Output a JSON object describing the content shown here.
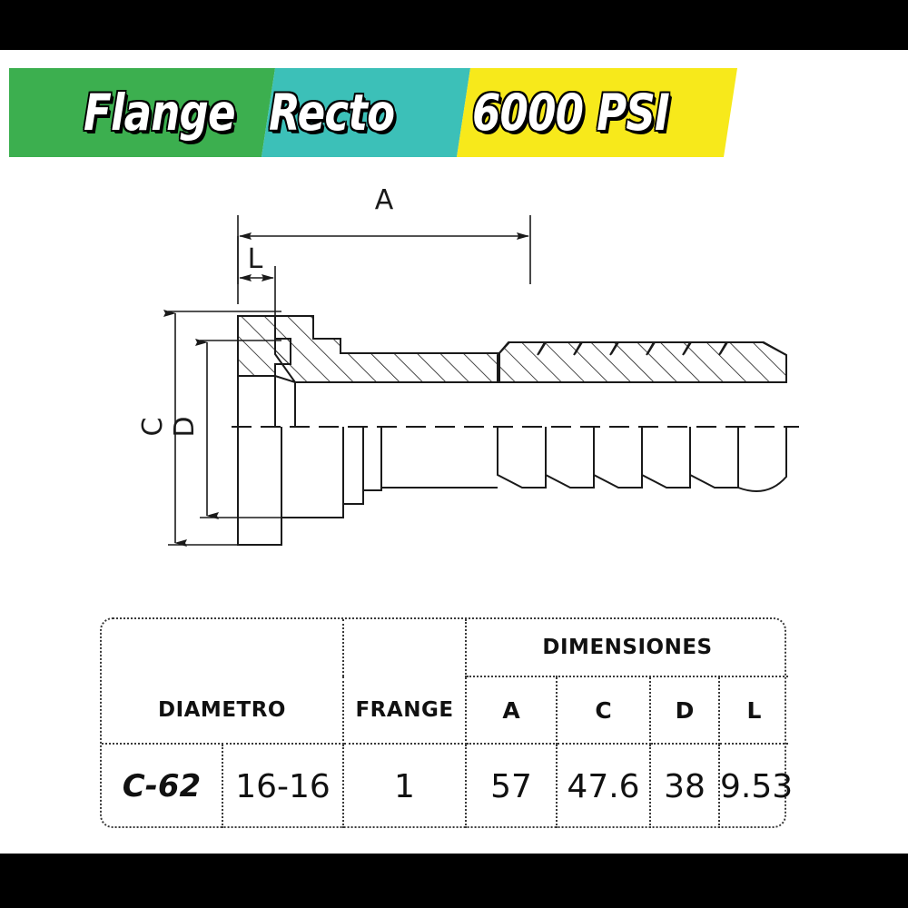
{
  "banner": {
    "words": [
      {
        "text": "Flange",
        "segment_color": "#3CAF4F"
      },
      {
        "text": "Recto",
        "segment_color": "#3CC0B8"
      },
      {
        "text": "6000 PSI",
        "segment_color": "#F7E91B"
      }
    ],
    "colors": {
      "green": "#3CAF4F",
      "teal": "#3CC0B8",
      "yellow": "#F7E91B",
      "text": "#FFFFFF",
      "outline": "#000000"
    }
  },
  "drawing": {
    "dimension_labels": {
      "a": "A",
      "c": "C",
      "d": "D",
      "l": "L"
    },
    "view": "half-section side view of straight flange hose fitting",
    "line_color": "#1a1a1a"
  },
  "table": {
    "group_header": "DIMENSIONES",
    "headers": {
      "diametro": "DIAMETRO",
      "frange": "FRANGE",
      "a": "A",
      "c": "C",
      "d": "D",
      "l": "L"
    },
    "row": {
      "code": "C-62",
      "diametro": "16-16",
      "frange": "1",
      "a": "57",
      "c": "47.6",
      "d": "38",
      "l": "9.53"
    },
    "border_color": "#3a3a3a"
  }
}
